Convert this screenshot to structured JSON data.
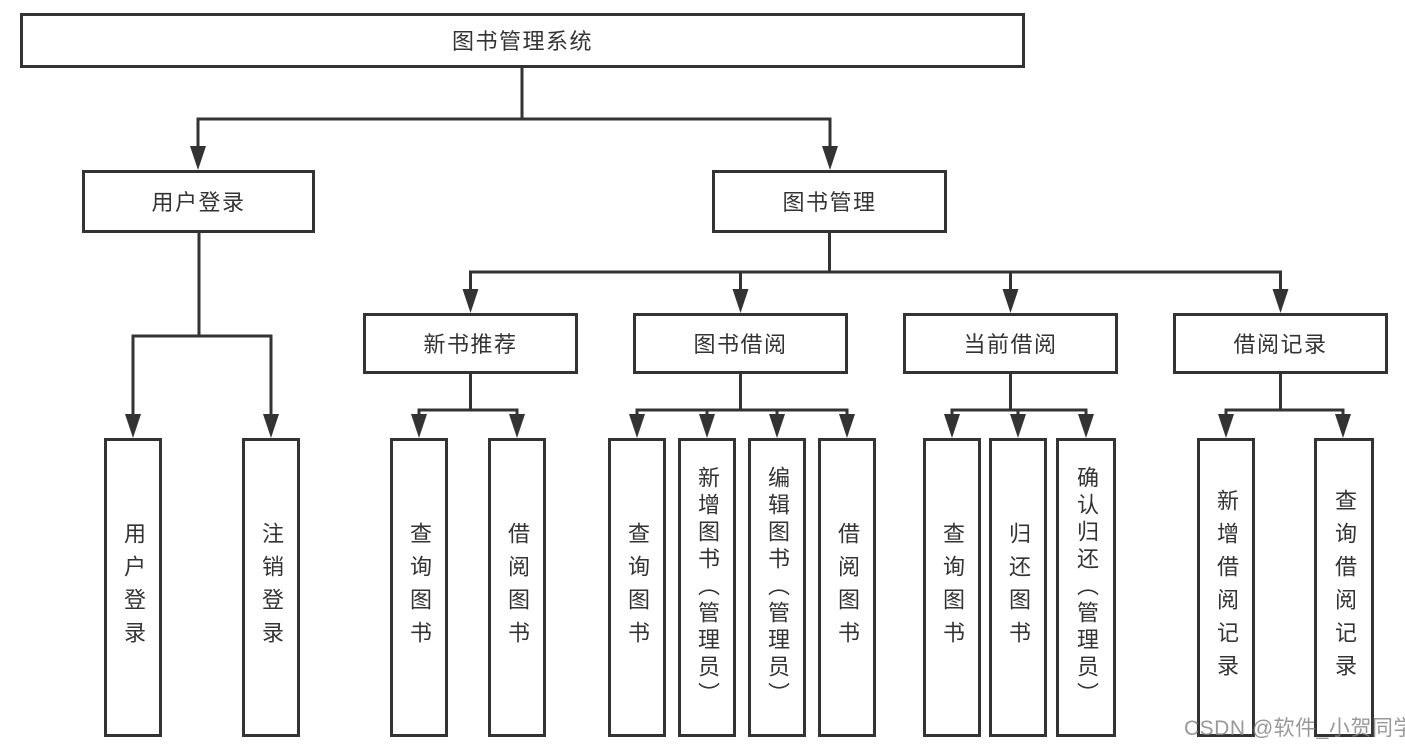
{
  "tree": {
    "root": {
      "label": "图书管理系统",
      "children": [
        {
          "label": "用户登录",
          "children": [
            {
              "label": "用户登录"
            },
            {
              "label": "注销登录"
            }
          ]
        },
        {
          "label": "图书管理",
          "children": [
            {
              "label": "新书推荐",
              "children": [
                {
                  "label": "查询图书"
                },
                {
                  "label": "借阅图书"
                }
              ]
            },
            {
              "label": "图书借阅",
              "children": [
                {
                  "label": "查询图书"
                },
                {
                  "label": "新增图书（管理员）"
                },
                {
                  "label": "编辑图书（管理员）"
                },
                {
                  "label": "借阅图书"
                }
              ]
            },
            {
              "label": "当前借阅",
              "children": [
                {
                  "label": "查询图书"
                },
                {
                  "label": "归还图书"
                },
                {
                  "label": "确认归还（管理员）"
                }
              ]
            },
            {
              "label": "借阅记录",
              "children": [
                {
                  "label": "新增借阅记录"
                },
                {
                  "label": "查询借阅记录"
                }
              ]
            }
          ]
        }
      ]
    }
  },
  "watermark": {
    "text": "CSDN @软件_小贺同学"
  },
  "colors": {
    "line": "#333333",
    "text": "#333333",
    "box_background": "#ffffff",
    "watermark": "#828282"
  }
}
